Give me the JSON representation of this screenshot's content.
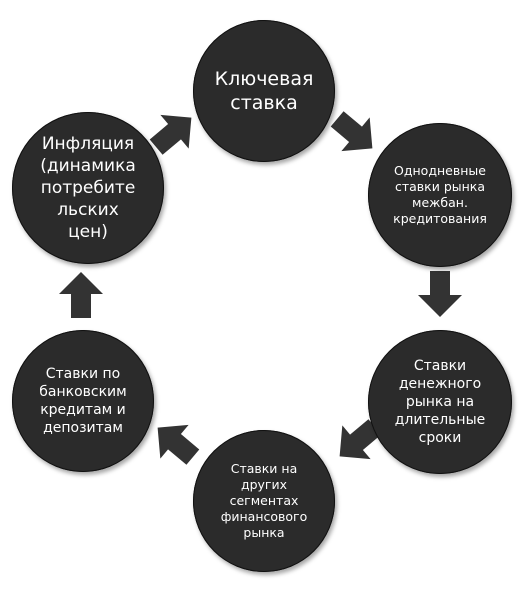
{
  "diagram": {
    "nodes": [
      {
        "id": "key-rate",
        "label": "Ключевая\nставка"
      },
      {
        "id": "overnight",
        "label": "Однодневные\nставки рынка\nмежбан.\nкредитования"
      },
      {
        "id": "money-market",
        "label": "Ставки\nденежного\nрынка на\nдлительные\nсроки"
      },
      {
        "id": "other-segments",
        "label": "Ставки на\nдругих\nсегментах\nфинансового\nрынка"
      },
      {
        "id": "bank-rates",
        "label": "Ставки по\nбанковским\nкредитам и\nдепозитам"
      },
      {
        "id": "inflation",
        "label": "Инфляция\n(динамика\nпотребите\nльских\nцен)"
      }
    ],
    "edges": [
      {
        "from": "key-rate",
        "to": "overnight"
      },
      {
        "from": "overnight",
        "to": "money-market"
      },
      {
        "from": "money-market",
        "to": "other-segments"
      },
      {
        "from": "other-segments",
        "to": "bank-rates"
      },
      {
        "from": "bank-rates",
        "to": "inflation"
      },
      {
        "from": "inflation",
        "to": "key-rate"
      }
    ],
    "colors": {
      "node_fill": "#2b2b2b",
      "node_text": "#ffffff",
      "arrow_fill": "#333333",
      "background": "#ffffff"
    }
  }
}
